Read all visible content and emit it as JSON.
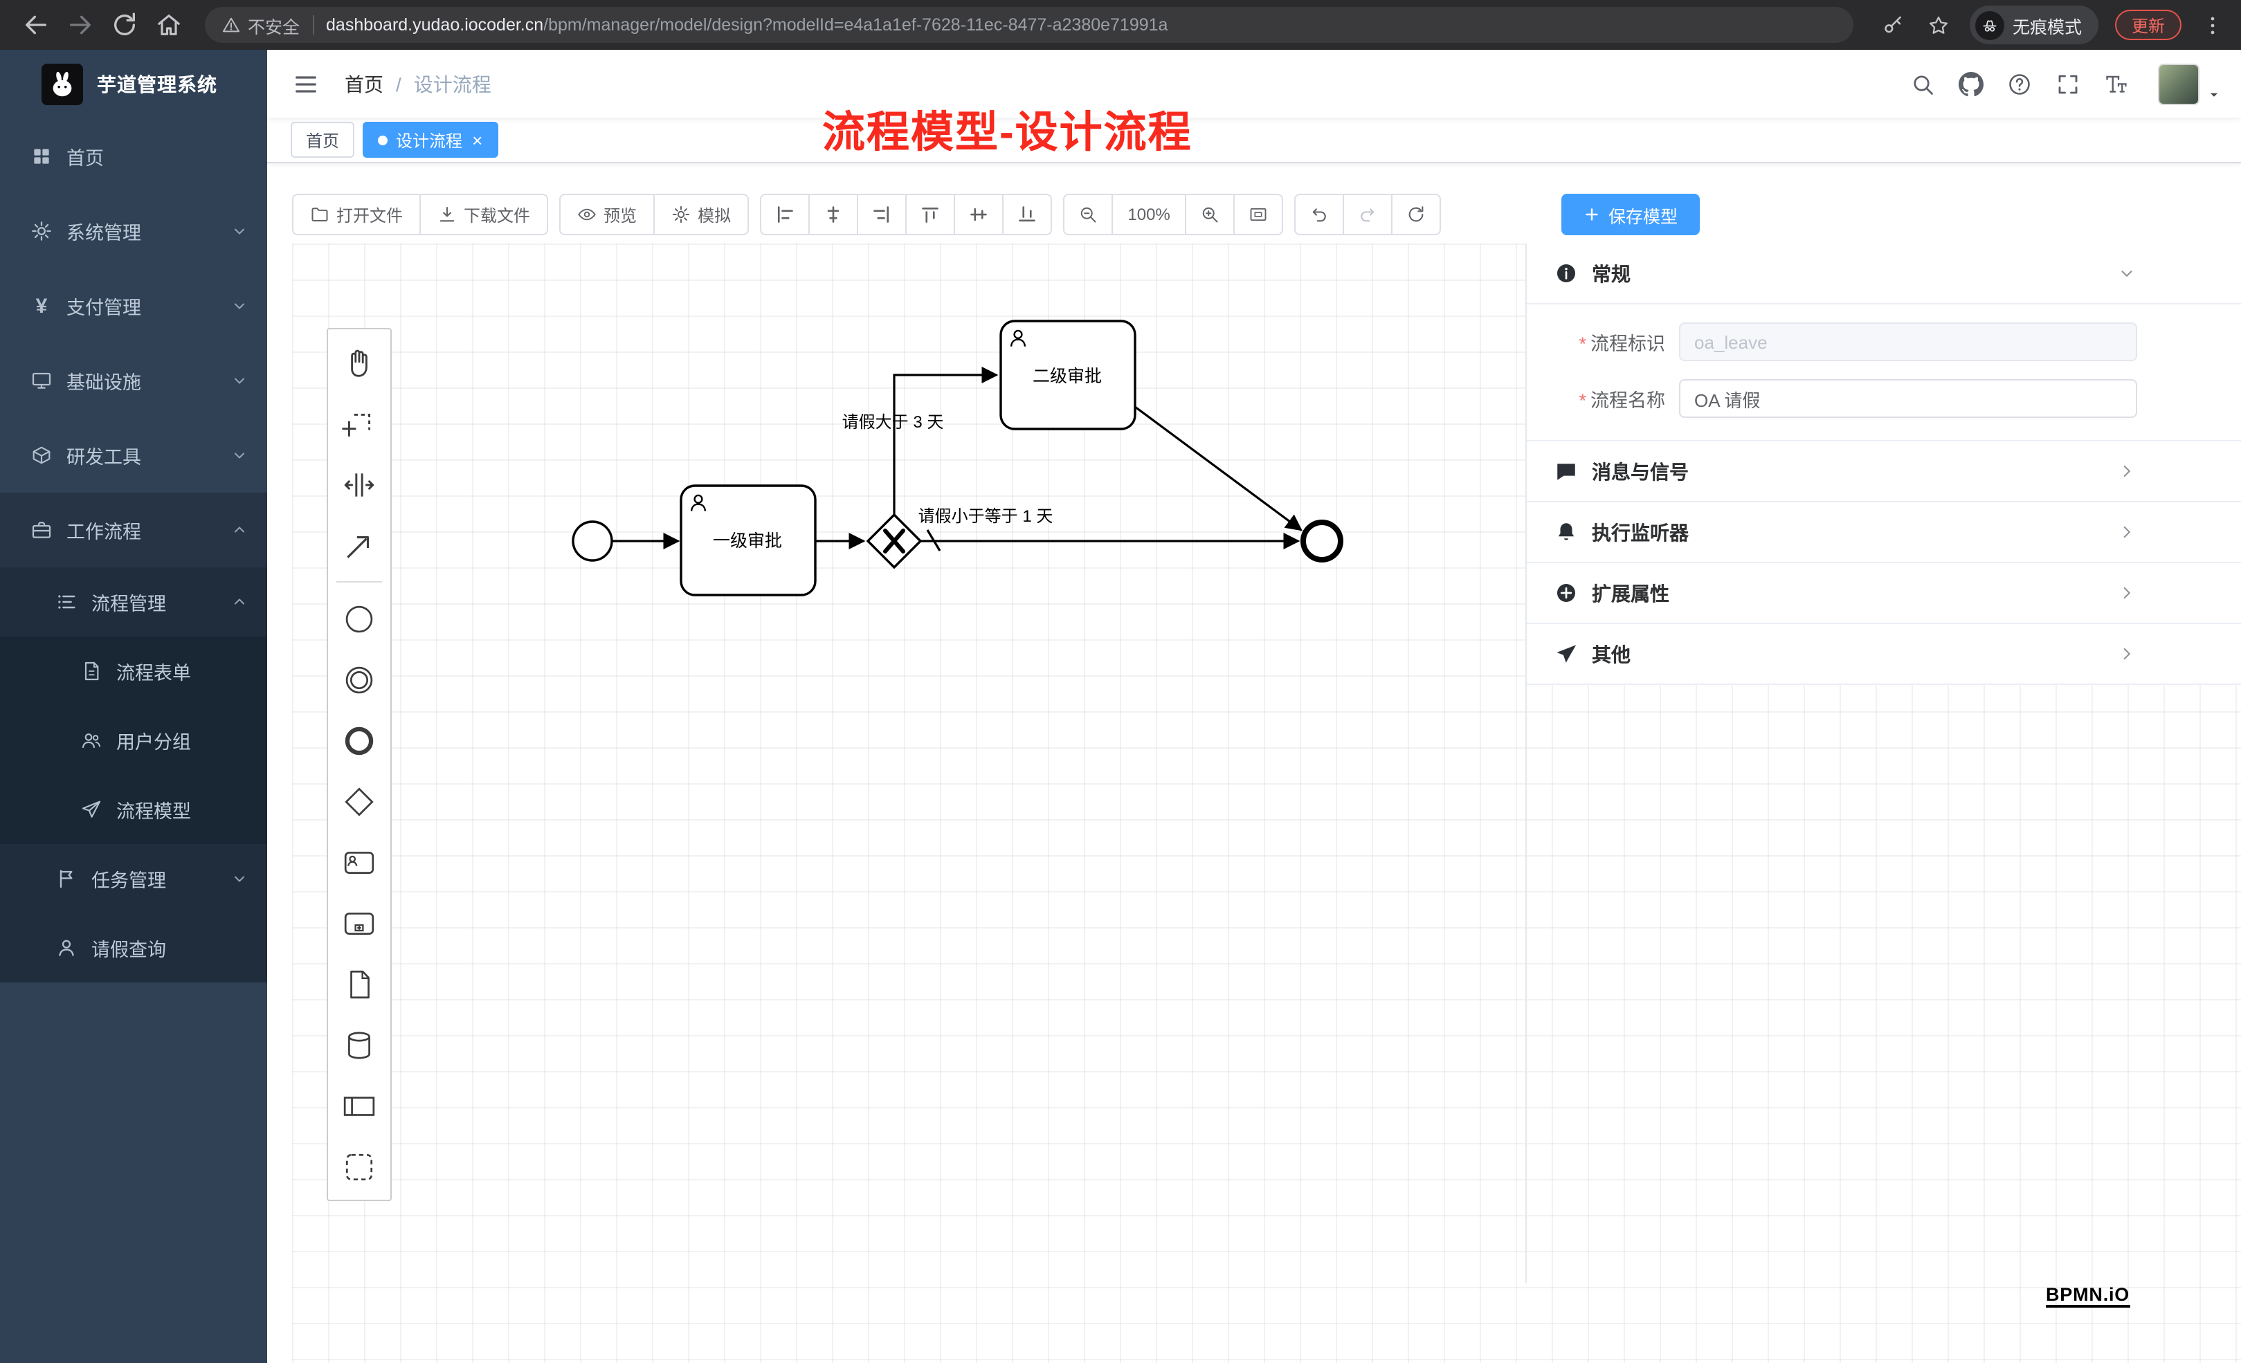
{
  "browser": {
    "security_label": "不安全",
    "url_host": "dashboard.yudao.iocoder.cn",
    "url_path": "/bpm/manager/model/design?modelId=e4a1a1ef-7628-11ec-8477-a2380e71991a",
    "incognito_label": "无痕模式",
    "update_label": "更新"
  },
  "sidebar": {
    "title": "芋道管理系统",
    "items": [
      {
        "label": "首页",
        "icon": "dashboard-icon"
      },
      {
        "label": "系统管理",
        "icon": "gear-icon"
      },
      {
        "label": "支付管理",
        "icon": "yen-icon"
      },
      {
        "label": "基础设施",
        "icon": "monitor-icon"
      },
      {
        "label": "研发工具",
        "icon": "box-icon"
      },
      {
        "label": "工作流程",
        "icon": "briefcase-icon"
      },
      {
        "label": "流程管理",
        "icon": "list-icon"
      },
      {
        "label": "流程表单",
        "icon": "document-icon"
      },
      {
        "label": "用户分组",
        "icon": "users-icon"
      },
      {
        "label": "流程模型",
        "icon": "paper-plane-icon"
      },
      {
        "label": "任务管理",
        "icon": "flag-icon"
      },
      {
        "label": "请假查询",
        "icon": "person-icon"
      }
    ]
  },
  "header": {
    "breadcrumb": [
      "首页",
      "设计流程"
    ]
  },
  "tabs": [
    {
      "label": "首页"
    },
    {
      "label": "设计流程",
      "active": true
    }
  ],
  "annotation": "流程模型-设计流程",
  "toolbar": {
    "open": "打开文件",
    "download": "下载文件",
    "preview": "预览",
    "simulate": "模拟",
    "zoom_level": "100%",
    "save": "保存模型"
  },
  "diagram": {
    "task1": "一级审批",
    "task2": "二级审批",
    "condition_gt": "请假大于 3 天",
    "condition_le": "请假小于等于 1 天"
  },
  "panel": {
    "general_title": "常规",
    "field_key_label": "流程标识",
    "field_key_value": "oa_leave",
    "field_name_label": "流程名称",
    "field_name_value": "OA 请假",
    "sections": [
      "消息与信号",
      "执行监听器",
      "扩展属性",
      "其他"
    ]
  },
  "watermark": "BPMN.iO",
  "colors": {
    "accent": "#409eff",
    "annotation_red": "#f8291d",
    "sidebar_bg": "#304156",
    "update_red": "#e5544a"
  }
}
